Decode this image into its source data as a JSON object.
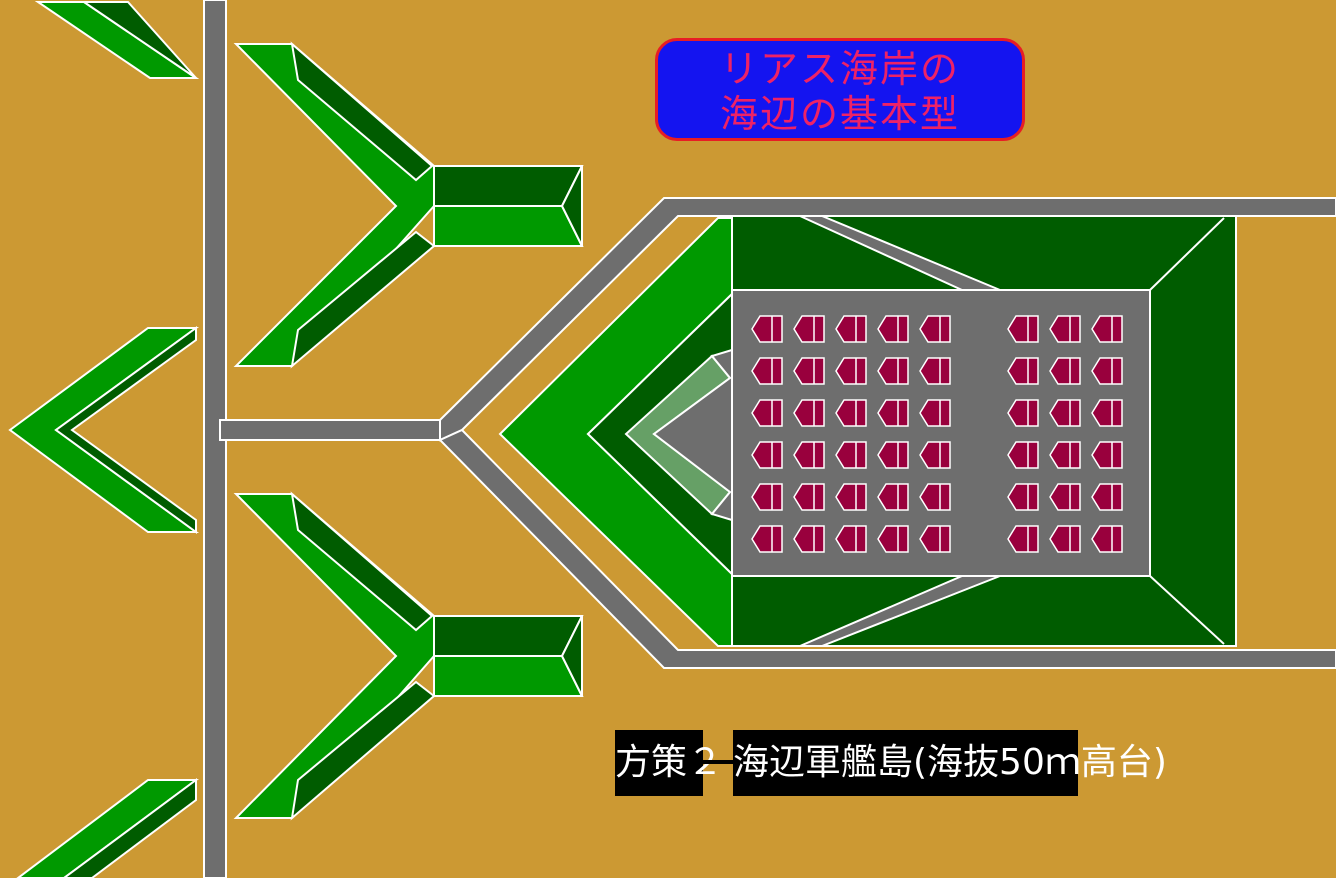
{
  "title": {
    "line1": "リアス海岸の",
    "line2": "海辺の基本型"
  },
  "label": {
    "prefix": "方策２",
    "text": "海辺軍艦島(海抜50ｍ高台)"
  },
  "colors": {
    "ground": "#cc9933",
    "road": "#6e6e6e",
    "embankment_light": "#009900",
    "embankment_dark": "#005c00",
    "embankment_pale": "#66a066",
    "house": "#99003d",
    "outline": "#ffffff",
    "title_background": "#1414f0",
    "title_border": "#e81c24",
    "title_text": "#ee2266",
    "label_background": "#000000",
    "label_text": "#ffffff"
  },
  "houses": {
    "rows": 6,
    "left_block_columns": 5,
    "right_block_columns": 3
  }
}
